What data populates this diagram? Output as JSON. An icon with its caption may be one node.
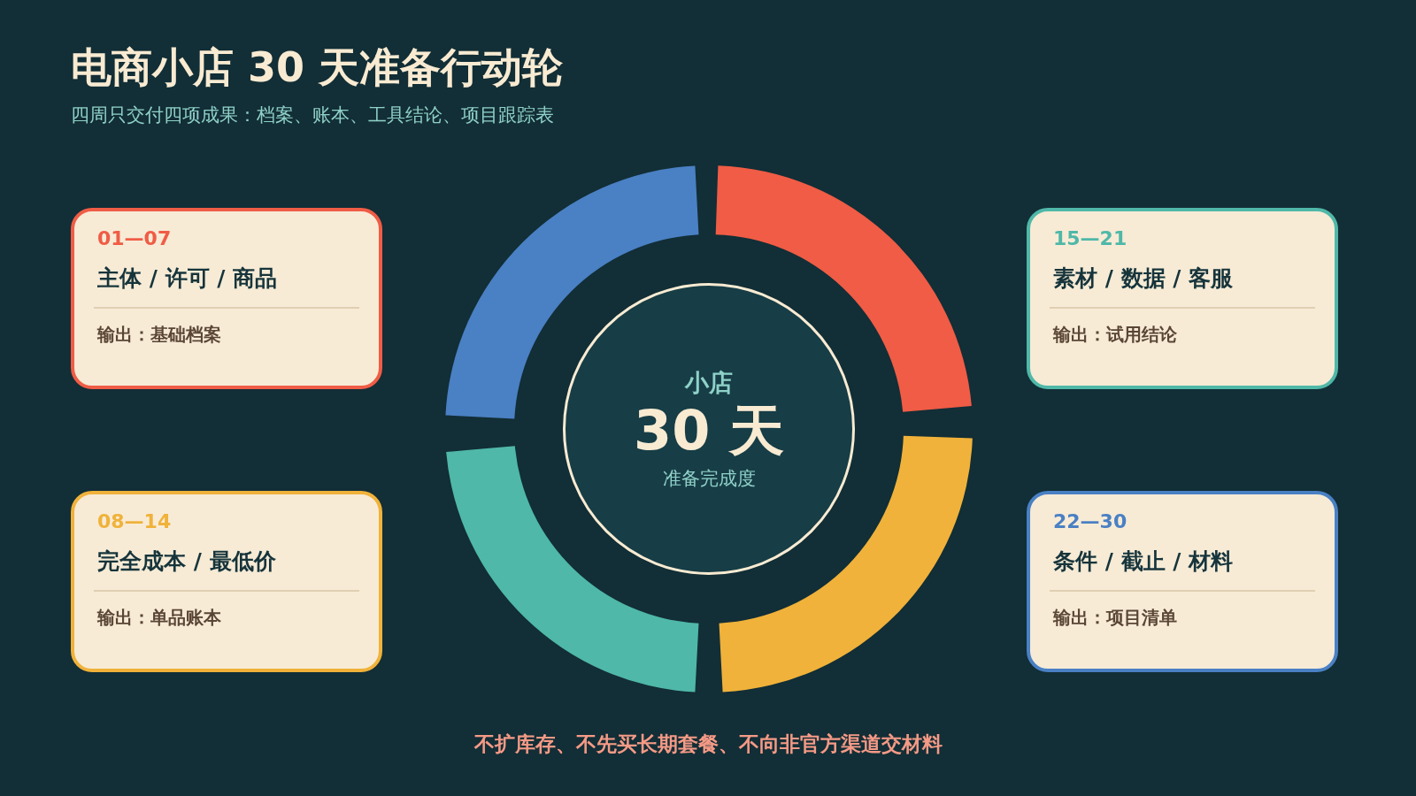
{
  "diagram": {
    "title": "电商小店 30 天准备行动轮",
    "nodes": [
      {
        "text": [
          "01—07",
          "主体 / 许可 / 商品",
          "输出：基础档案"
        ]
      },
      {
        "text": [
          "小店",
          "30 天",
          "准备完成度"
        ]
      },
      {
        "text": [
          "15—21",
          "素材 / 数据 / 客服",
          "输出：试用结论"
        ]
      },
      {
        "text": [
          "08—14",
          "完全成本 / 最低价",
          "输出：单品账本"
        ]
      },
      {
        "text": [
          "22—30",
          "条件 / 截止 / 材料",
          "输出：项目清单"
        ]
      }
    ],
    "labels": [
      "四周只交付四项成果：档案、账本、工具结论、项目跟踪表",
      "不扩库存、不先买长期套餐、不向非官方渠道交材料"
    ]
  }
}
